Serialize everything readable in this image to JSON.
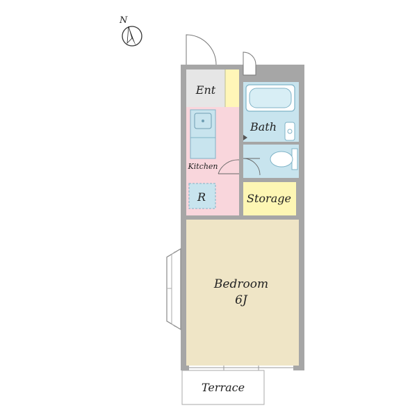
{
  "compass": {
    "letter": "N",
    "icon": "north-arrow-icon"
  },
  "rooms": {
    "entrance": "Ent",
    "bath": "Bath",
    "kitchen": "Kitchen",
    "refrigerator": "R",
    "storage": "Storage",
    "bedroom": "Bedroom",
    "bedroom_size": "6J",
    "terrace": "Terrace"
  },
  "colors": {
    "wall": "#a6a6a6",
    "entrance": "#e6e6e6",
    "kitchen": "#f9d6dc",
    "wet_area": "#c8e4ee",
    "shoe_closet": "#fff6b8",
    "storage": "#fdf6b4",
    "bedroom": "#efe5c6",
    "terrace_border": "#aaaaaa"
  }
}
